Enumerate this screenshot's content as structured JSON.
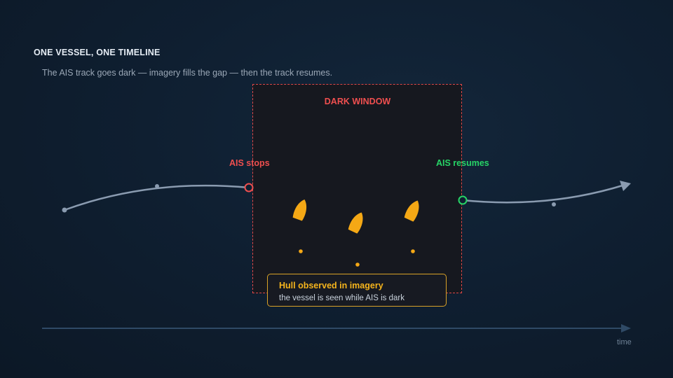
{
  "header": {
    "title": "ONE VESSEL, ONE TIMELINE",
    "subtitle": "The AIS track goes dark — imagery fills the gap — then the track resumes."
  },
  "dark_window": {
    "label": "DARK WINDOW",
    "start_label": "AIS stops",
    "end_label": "AIS resumes"
  },
  "callout": {
    "title": "Hull observed in imagery",
    "subtitle": "the vessel is seen while AIS is dark"
  },
  "axis": {
    "label": "time"
  },
  "colors": {
    "background": "#0f1f31",
    "track": "#8a9bb0",
    "ais_stops": "#ef4f4f",
    "ais_resumes": "#27d466",
    "hull": "#f5a815",
    "dark_window_fill": "#16181f",
    "dark_window_border": "#e04848",
    "callout_border": "#d9a227",
    "time_axis": "#2f4a66"
  },
  "icons": {
    "hull_marker": "vessel-hull-icon",
    "track_point": "track-point-icon",
    "arrow": "arrow-head-icon"
  }
}
